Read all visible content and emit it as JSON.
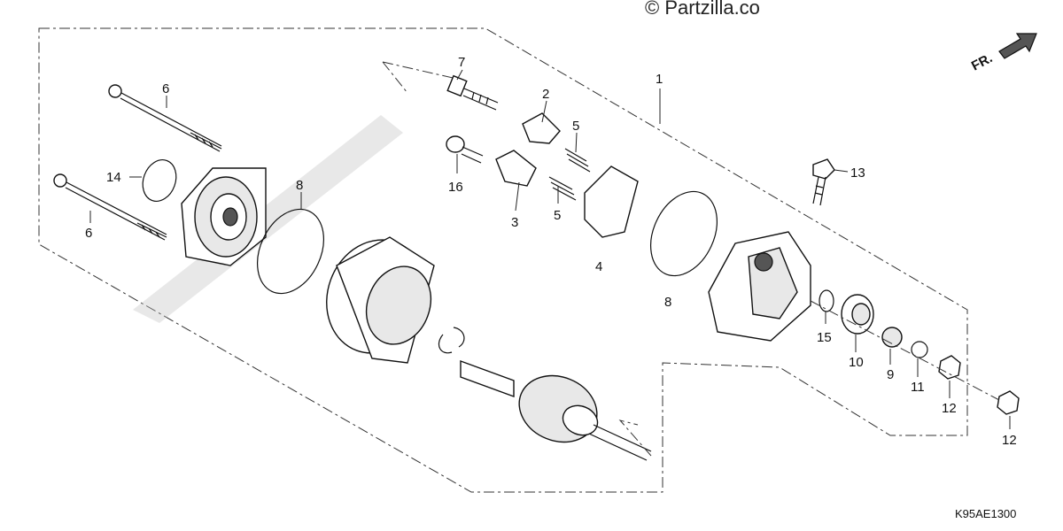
{
  "watermark": "© Partzilla.co",
  "direction_label": "FR.",
  "drawing_code": "K95AE1300",
  "callouts": [
    {
      "id": "1",
      "text": "1"
    },
    {
      "id": "2",
      "text": "2"
    },
    {
      "id": "3",
      "text": "3"
    },
    {
      "id": "4",
      "text": "4"
    },
    {
      "id": "5a",
      "text": "5"
    },
    {
      "id": "5b",
      "text": "5"
    },
    {
      "id": "6a",
      "text": "6"
    },
    {
      "id": "6b",
      "text": "6"
    },
    {
      "id": "7",
      "text": "7"
    },
    {
      "id": "8a",
      "text": "8"
    },
    {
      "id": "8b",
      "text": "8"
    },
    {
      "id": "9",
      "text": "9"
    },
    {
      "id": "10",
      "text": "10"
    },
    {
      "id": "11",
      "text": "11"
    },
    {
      "id": "12a",
      "text": "12"
    },
    {
      "id": "12b",
      "text": "12"
    },
    {
      "id": "13",
      "text": "13"
    },
    {
      "id": "14",
      "text": "14"
    },
    {
      "id": "15",
      "text": "15"
    },
    {
      "id": "16",
      "text": "16"
    }
  ]
}
